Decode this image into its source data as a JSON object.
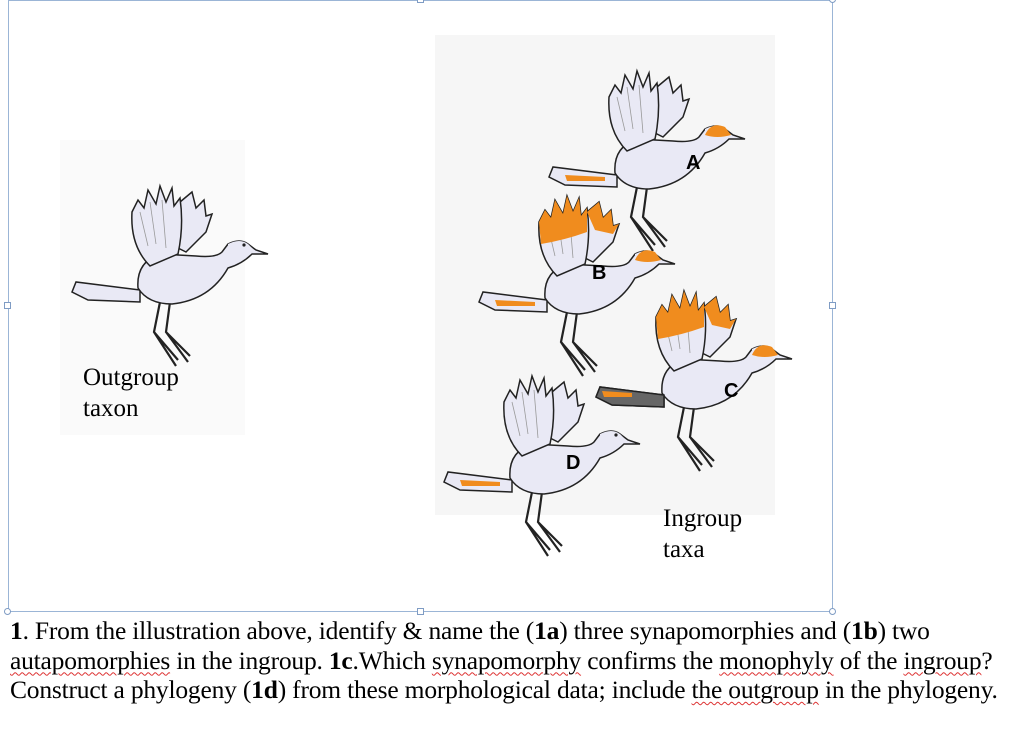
{
  "figure": {
    "outgroup_label": [
      "Outgroup",
      "taxon"
    ],
    "ingroup_label": [
      "Ingroup",
      "taxa"
    ],
    "taxon_letters": [
      "A",
      "B",
      "C",
      "D"
    ],
    "colors": {
      "body": "#e9e9f5",
      "outline": "#222222",
      "orange": "#f08c1e",
      "grey_tail": "#666666",
      "frame": "#9bb5d6"
    },
    "icons": [
      "bird-outgroup-icon",
      "bird-a-icon",
      "bird-b-icon",
      "bird-c-icon",
      "bird-d-icon"
    ]
  },
  "question": {
    "p1_num": "1",
    "p1_a": ". From the illustration above, identify & name the (",
    "p1_1a": "1a",
    "p1_b": ") three synapomorphies and (",
    "p1_1b": "1b",
    "p1_c": ") two ",
    "p1_autapomorphies": "autapomorphies",
    "p1_d": " in the ingroup. ",
    "p1_1c": "1c",
    "p1_e": ".Which ",
    "p1_synapomorphy": "synapomorphy",
    "p1_f": " confirms the ",
    "p1_monophyly": "monophyly",
    "p1_g": " of the ",
    "p1_ingroup": "ingroup",
    "p1_h": "? Construct a phylogeny (",
    "p1_1d": "1d",
    "p1_i": ") from these morphological data; include ",
    "p1_the_outgroup": "the outgroup",
    "p1_j": " in the phylogeny."
  }
}
